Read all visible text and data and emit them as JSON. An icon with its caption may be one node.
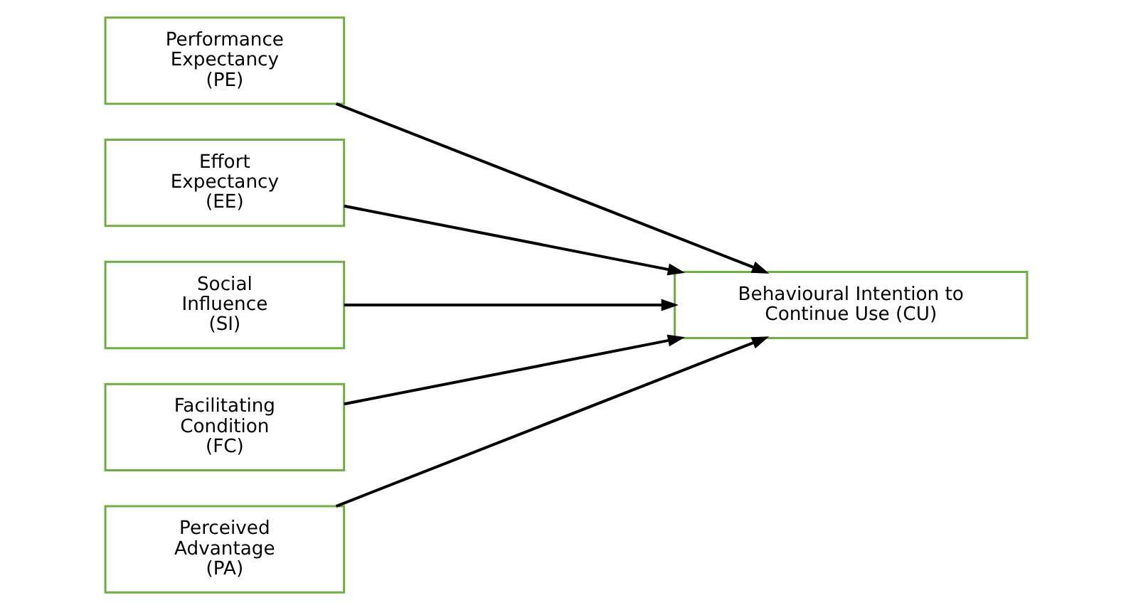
{
  "diagram": {
    "nodes": [
      {
        "text": [
          "Performance Expectancy (PE)"
        ]
      },
      {
        "text": [
          "Effort Expectancy (EE)"
        ]
      },
      {
        "text": [
          "Social Influence (SI)"
        ]
      },
      {
        "text": [
          "Facilitating Condition (FC)"
        ]
      },
      {
        "text": [
          "Perceived Advantage (PA)"
        ]
      },
      {
        "text": [
          "Behavioural Intention to Continue Use (CU)"
        ]
      }
    ],
    "edges": [
      {
        "from": 0,
        "to": 5,
        "arrow": "to"
      },
      {
        "from": 1,
        "to": 5,
        "arrow": "to"
      },
      {
        "from": 2,
        "to": 5,
        "arrow": "to"
      },
      {
        "from": 3,
        "to": 5,
        "arrow": "to"
      },
      {
        "from": 4,
        "to": 5,
        "arrow": "to"
      }
    ]
  }
}
